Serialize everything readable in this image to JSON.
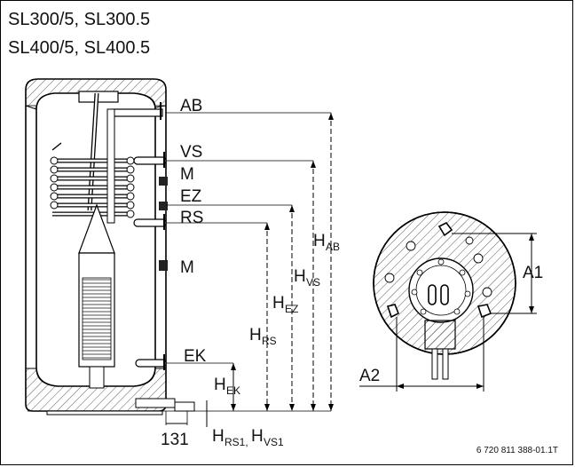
{
  "header": {
    "line1": "SL300/5, SL300.5",
    "line2": "SL400/5, SL400.5"
  },
  "labels": {
    "ab": "AB",
    "vs": "VS",
    "m1": "M",
    "ez": "EZ",
    "rs": "RS",
    "m2": "M",
    "ek": "EK",
    "a1": "A1",
    "a2": "A2",
    "dim_131": "131"
  },
  "dimensions": {
    "h": "H",
    "ab_sub": "AB",
    "vs_sub": "VS",
    "ez_sub": "EZ",
    "rs_sub": "RS",
    "ek_sub": "EK",
    "rs1_sub": "RS1,",
    "h2": "H",
    "vs1_sub": "VS1"
  },
  "footer": {
    "reference": "6 720 811 388-01.1T"
  }
}
